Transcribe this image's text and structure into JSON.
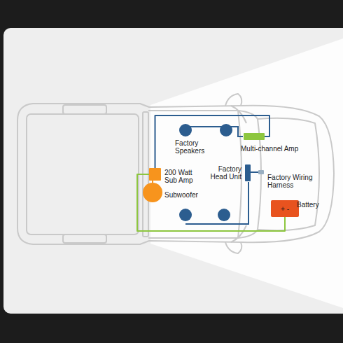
{
  "diagram": {
    "nodes": [
      {
        "text": [
          "Multi-channel Amp"
        ]
      },
      {
        "text": [
          "200 Watt Sub Amp"
        ]
      },
      {
        "text": [
          "Factory Head Unit"
        ]
      },
      {
        "text": [
          "Factory Wiring Harness"
        ]
      },
      {
        "text": [
          "Subwoofer"
        ]
      },
      {
        "text": [
          "+ -",
          "Battery"
        ]
      }
    ],
    "edges": [
      {
        "from": 0,
        "to": 1,
        "arrow": "none"
      },
      {
        "from": 2,
        "to": 3,
        "arrow": "none"
      },
      {
        "from": 1,
        "to": 4,
        "arrow": "none"
      },
      {
        "from": 5,
        "to": 1,
        "arrow": "none"
      }
    ],
    "labels": [
      "Factory Speakers"
    ]
  }
}
